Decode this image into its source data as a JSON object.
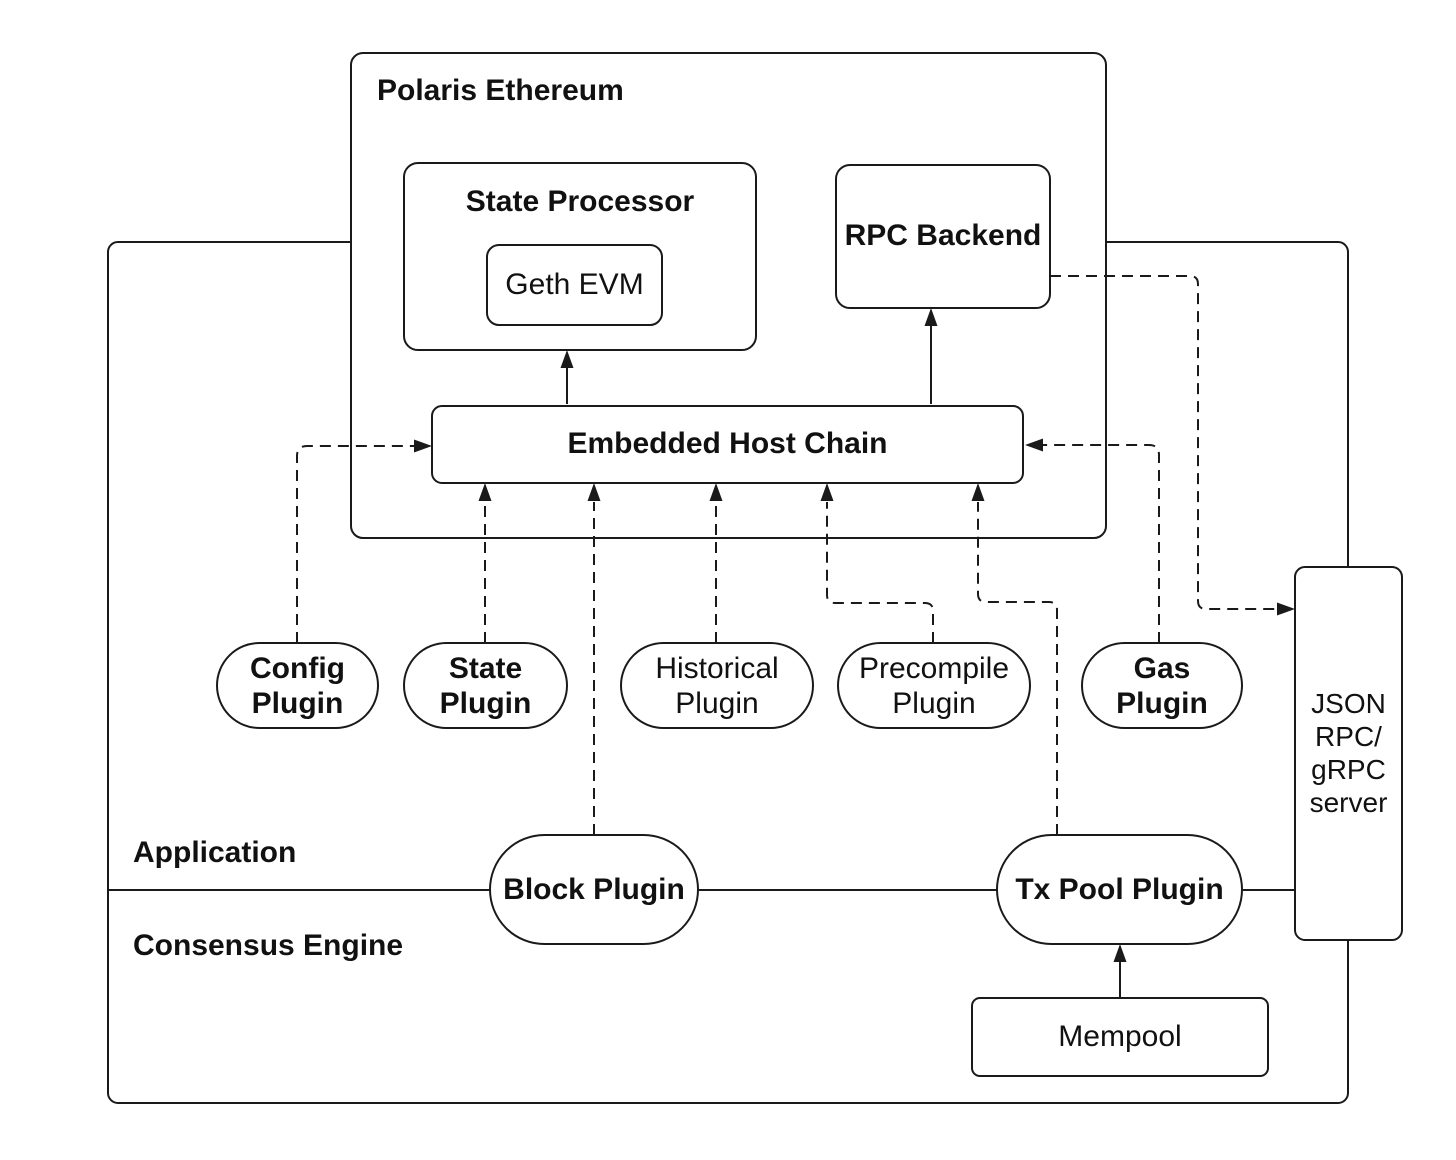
{
  "colors": {
    "background": "#ffffff",
    "stroke": "#1a1a1a",
    "text": "#111111"
  },
  "labels": {
    "polaris": "Polaris Ethereum",
    "state_processor": "State Processor",
    "geth_evm": "Geth EVM",
    "rpc_backend": "RPC Backend",
    "embedded_host_chain": "Embedded Host Chain",
    "config_plugin": "Config\nPlugin",
    "state_plugin": "State\nPlugin",
    "historical_plugin": "Historical\nPlugin",
    "precompile_plugin": "Precompile\nPlugin",
    "gas_plugin": "Gas\nPlugin",
    "block_plugin": "Block Plugin",
    "tx_pool_plugin": "Tx Pool Plugin",
    "mempool": "Mempool",
    "json_server": "JSON\nRPC/\ngRPC\nserver",
    "application": "Application",
    "consensus_engine": "Consensus Engine"
  }
}
